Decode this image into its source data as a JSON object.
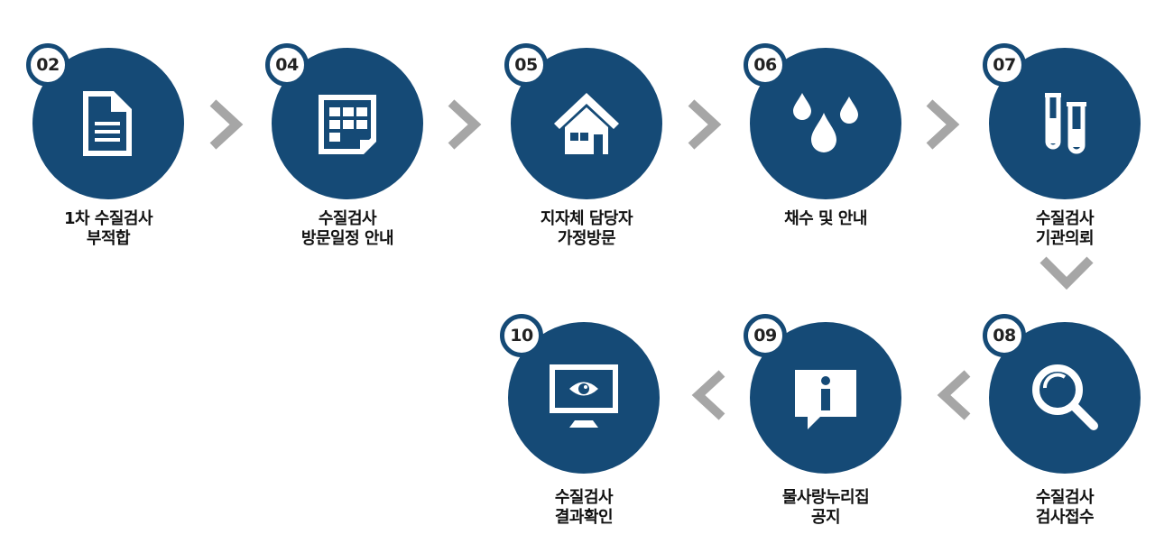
{
  "steps": [
    {
      "num": "02",
      "line1": "1차 수질검사",
      "line2": "부적합",
      "icon": "document-icon"
    },
    {
      "num": "04",
      "line1": "수질검사",
      "line2": "방문일정 안내",
      "icon": "calendar-icon"
    },
    {
      "num": "05",
      "line1": "지자체 담당자",
      "line2": "가정방문",
      "icon": "house-icon"
    },
    {
      "num": "06",
      "line1": "채수 및 안내",
      "line2": "",
      "icon": "water-drops-icon"
    },
    {
      "num": "07",
      "line1": "수질검사",
      "line2": "기관의뢰",
      "icon": "test-tubes-icon"
    },
    {
      "num": "08",
      "line1": "수질검사",
      "line2": "검사접수",
      "icon": "magnifier-icon"
    },
    {
      "num": "09",
      "line1": "물사랑누리집",
      "line2": "공지",
      "icon": "info-speech-bubble-icon"
    },
    {
      "num": "10",
      "line1": "수질검사",
      "line2": "결과확인",
      "icon": "monitor-eye-icon"
    }
  ],
  "colors": {
    "circle": "#154a76",
    "arrow": "#a6a6a6",
    "number_bg": "#ffffff"
  }
}
